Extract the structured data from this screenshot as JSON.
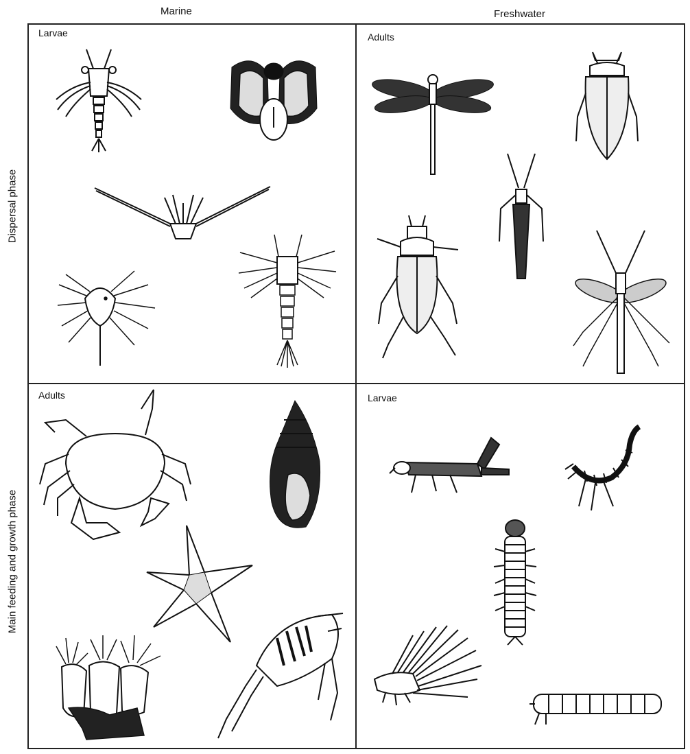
{
  "columns": {
    "marine": "Marine",
    "freshwater": "Freshwater"
  },
  "rows": {
    "dispersal": "Dispersal phase",
    "feeding": "Main feeding and growth phase"
  },
  "cells": {
    "marine_dispersal": {
      "label": "Larvae",
      "organisms": [
        "crustacean-larva-icon",
        "bivalve-veliger-larva-icon",
        "barnacle-nauplius-icon",
        "cyprid-larva-icon",
        "mysis-larva-icon"
      ]
    },
    "freshwater_dispersal": {
      "label": "Adults",
      "organisms": [
        "dragonfly-icon",
        "water-beetle-icon",
        "stonefly-icon",
        "beetle-icon",
        "mosquito-icon"
      ]
    },
    "marine_feeding": {
      "label": "Adults",
      "organisms": [
        "crab-icon",
        "whelk-shell-icon",
        "starfish-icon",
        "barnacle-cluster-icon",
        "shrimp-icon"
      ]
    },
    "freshwater_feeding": {
      "label": "Larvae",
      "organisms": [
        "nymph-larva-icon",
        "chironomid-larva-icon",
        "caddis-larva-icon",
        "gilled-larva-icon",
        "segmented-larva-icon"
      ]
    }
  }
}
